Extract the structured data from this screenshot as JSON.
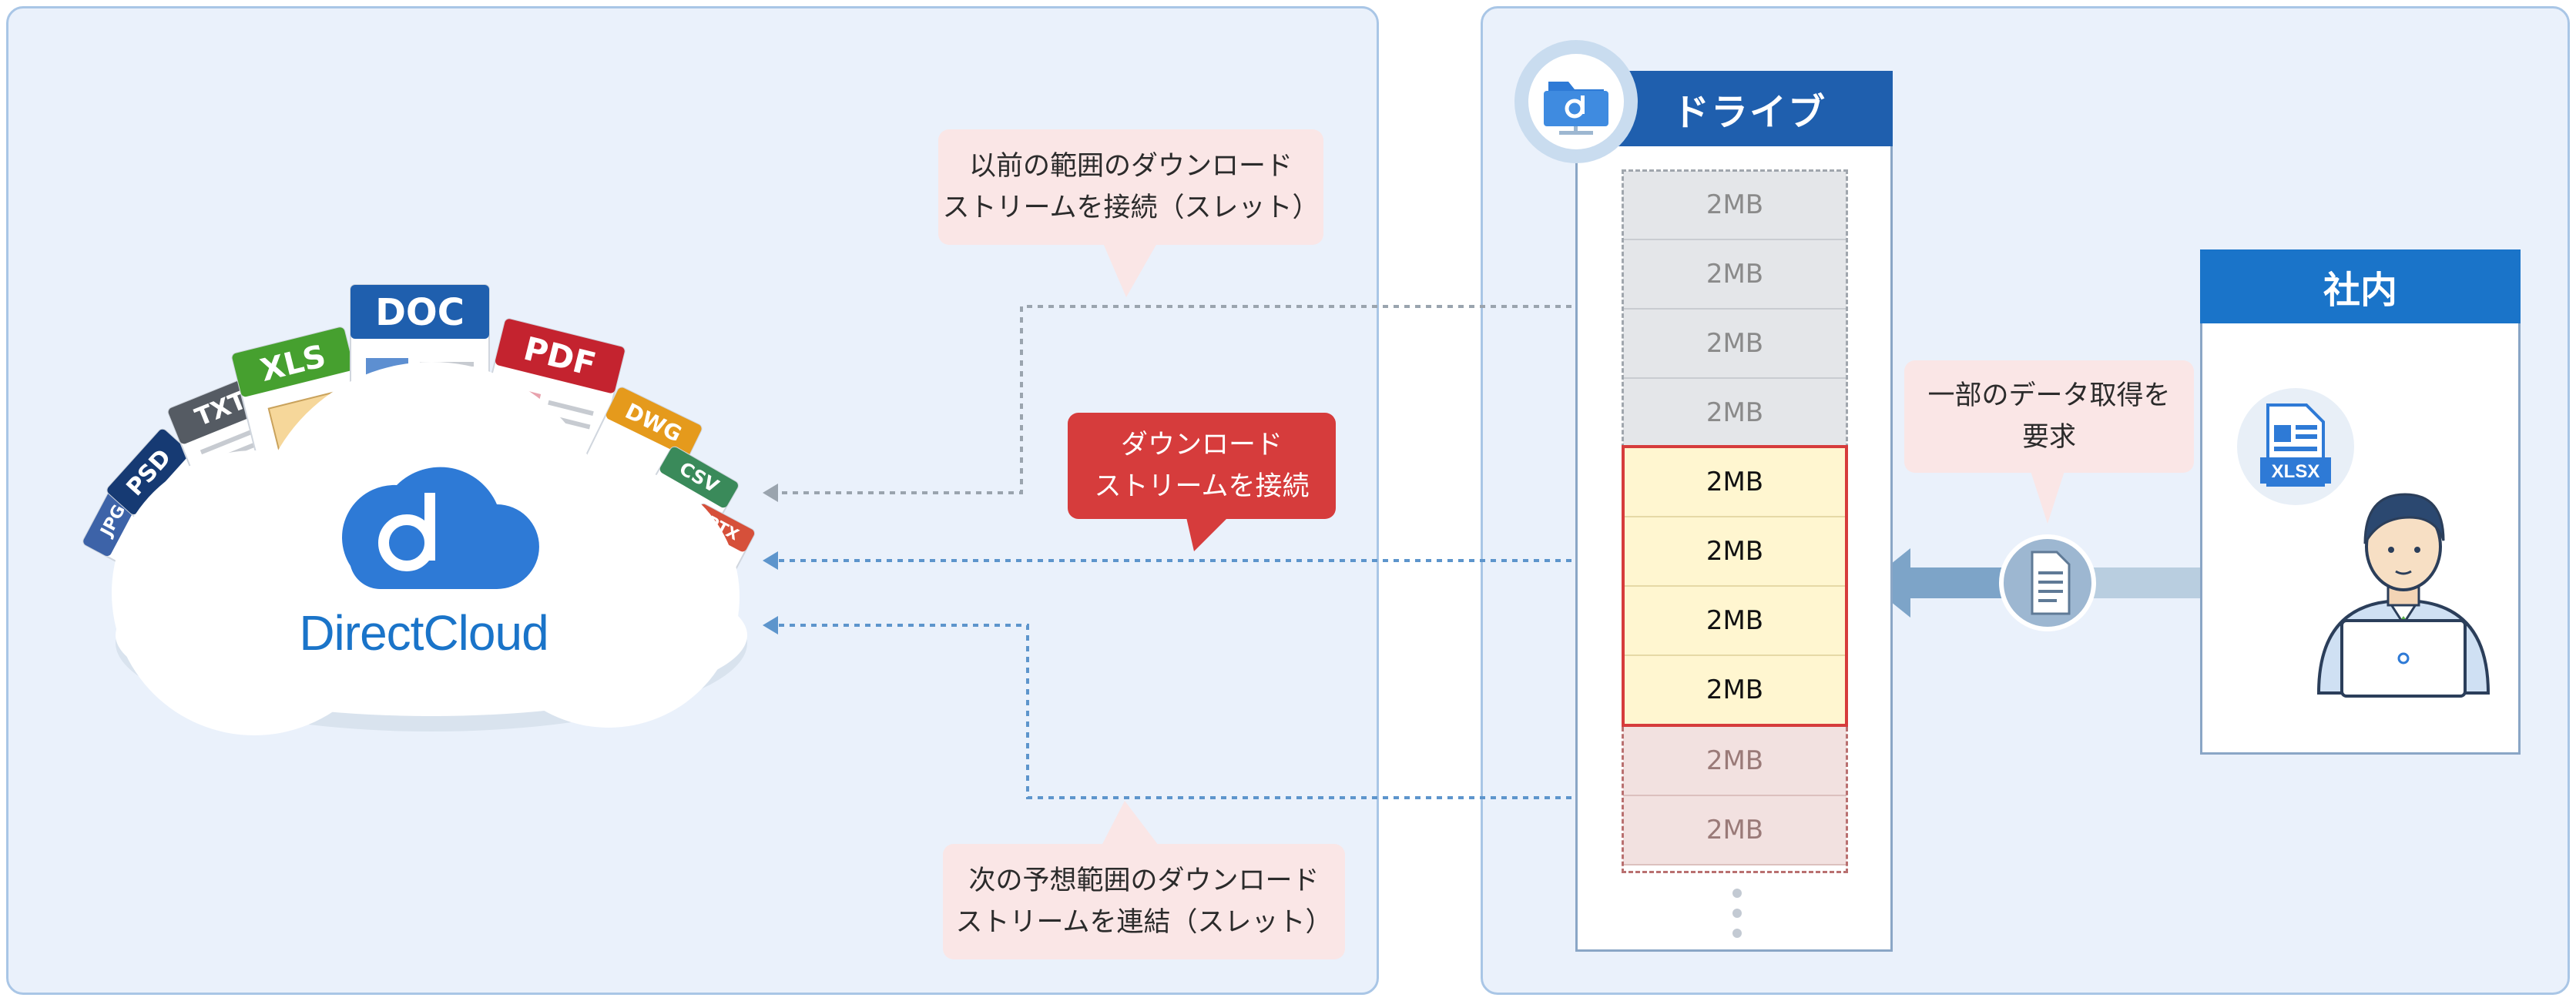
{
  "brand": {
    "name": "DirectCloud"
  },
  "file_types": [
    "JPG",
    "PSD",
    "TXT",
    "XLS",
    "DOC",
    "PDF",
    "DWG",
    "CSV",
    "PTX"
  ],
  "callouts": {
    "prev_range": "以前の範囲のダウンロード\nストリームを接続（スレット）",
    "connect": "ダウンロード\nストリームを接続",
    "next_range": "次の予想範囲のダウンロード\nストリームを連結（スレット）",
    "request": "一部のデータ取得を\n要求"
  },
  "drive": {
    "title": "ドライブ",
    "chunks_prev": [
      "2MB",
      "2MB",
      "2MB",
      "2MB"
    ],
    "chunks_current": [
      "2MB",
      "2MB",
      "2MB",
      "2MB"
    ],
    "chunks_next": [
      "2MB",
      "2MB"
    ]
  },
  "office": {
    "title": "社内",
    "file_badge": "XLSX"
  },
  "colors": {
    "panel_bg": "#eaf1fb",
    "panel_border": "#a9c6e6",
    "brand_blue": "#1a74c9",
    "drive_header": "#1f5fae",
    "alert_red": "#d63c3c",
    "callout_pink": "#fae6e6",
    "prev_chunk": "#e4e6e9",
    "current_chunk": "#fff6d0",
    "next_chunk": "#f2e1e0"
  }
}
